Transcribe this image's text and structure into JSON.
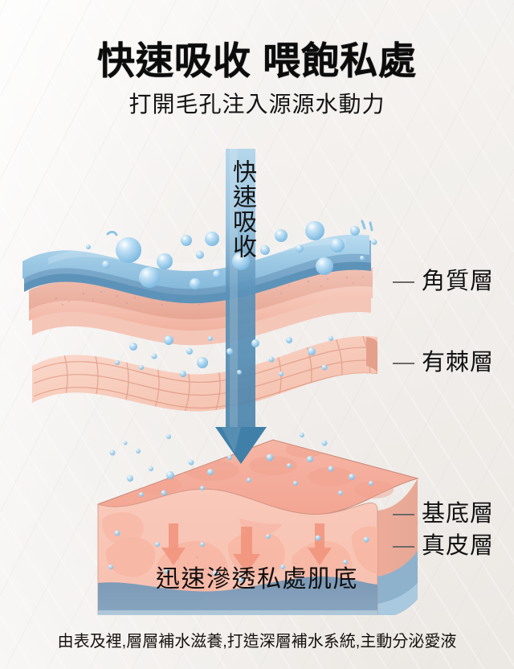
{
  "header": {
    "title": "快速吸收 喂飽私處",
    "subtitle": "打開毛孔注入源源水動力"
  },
  "illustration": {
    "arrow_label": "快速吸收",
    "band_text": "迅速滲透私處肌底",
    "callouts": [
      {
        "label": "角質層"
      },
      {
        "label": "有棘層"
      },
      {
        "label": "基底層"
      },
      {
        "label": "真皮層"
      }
    ],
    "colors": {
      "background": "#f4f2f0",
      "arrow_top": "#a9d0e8",
      "arrow_shaft": "#4d86ad",
      "arrow_head": "#3f7fa8",
      "bubble": "#9ecdea",
      "corneum_top": "#9cc9e4",
      "corneum_mid": "#7fb0d2",
      "corneum_edge": "#5a91b8",
      "granular": "#f0b9a9",
      "spinous": "#f6cbbd",
      "spinous_mesh": "#e39b88",
      "basal": "#f3a897",
      "dermis": "#6e95b8",
      "dermis_low": "#8fb8d2",
      "down_arrow": "#f1957d"
    }
  },
  "footer": {
    "caption": "由表及裡,層層補水滋養,打造深層補水系統,主動分泌愛液"
  }
}
